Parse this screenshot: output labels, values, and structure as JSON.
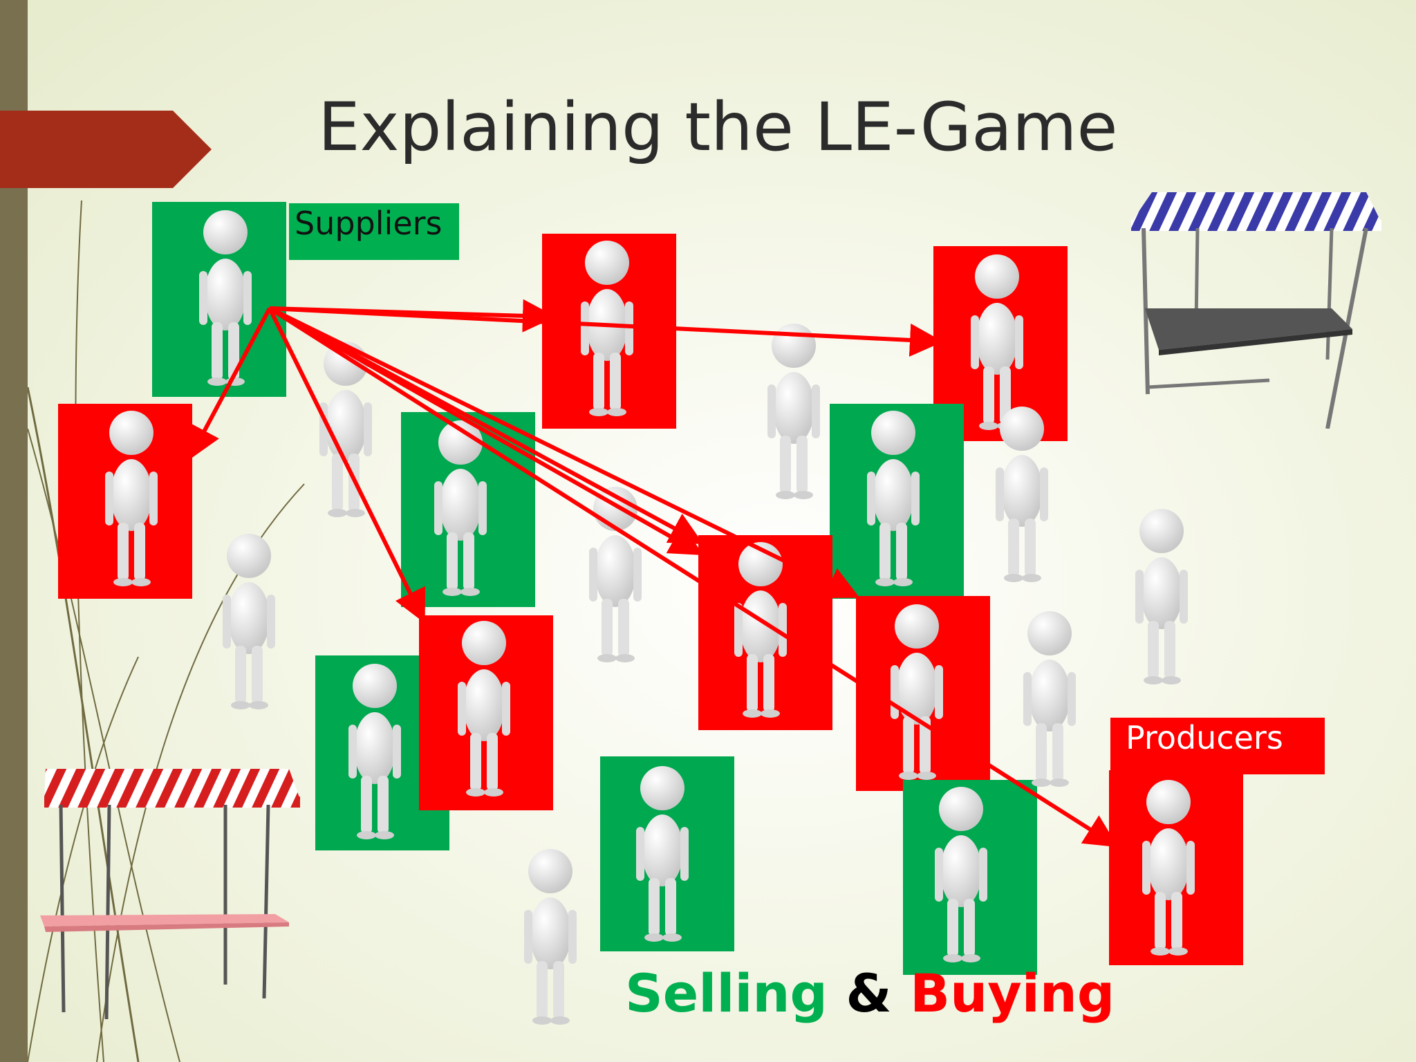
{
  "slide": {
    "title": "Explaining the LE-Game",
    "suppliers_label": "Suppliers",
    "producers_label": "Producers",
    "slogan": {
      "selling": "Selling",
      "and": "&",
      "buying": "Buying"
    }
  },
  "colors": {
    "supplier_card": "#00a84f",
    "producer_card": "#ff0000",
    "arrow": "#ff0000",
    "title_arrow": "#a42d1a",
    "left_bar": "#79704f"
  },
  "icons": [
    "stick-figure-icon",
    "market-stall-icon"
  ]
}
